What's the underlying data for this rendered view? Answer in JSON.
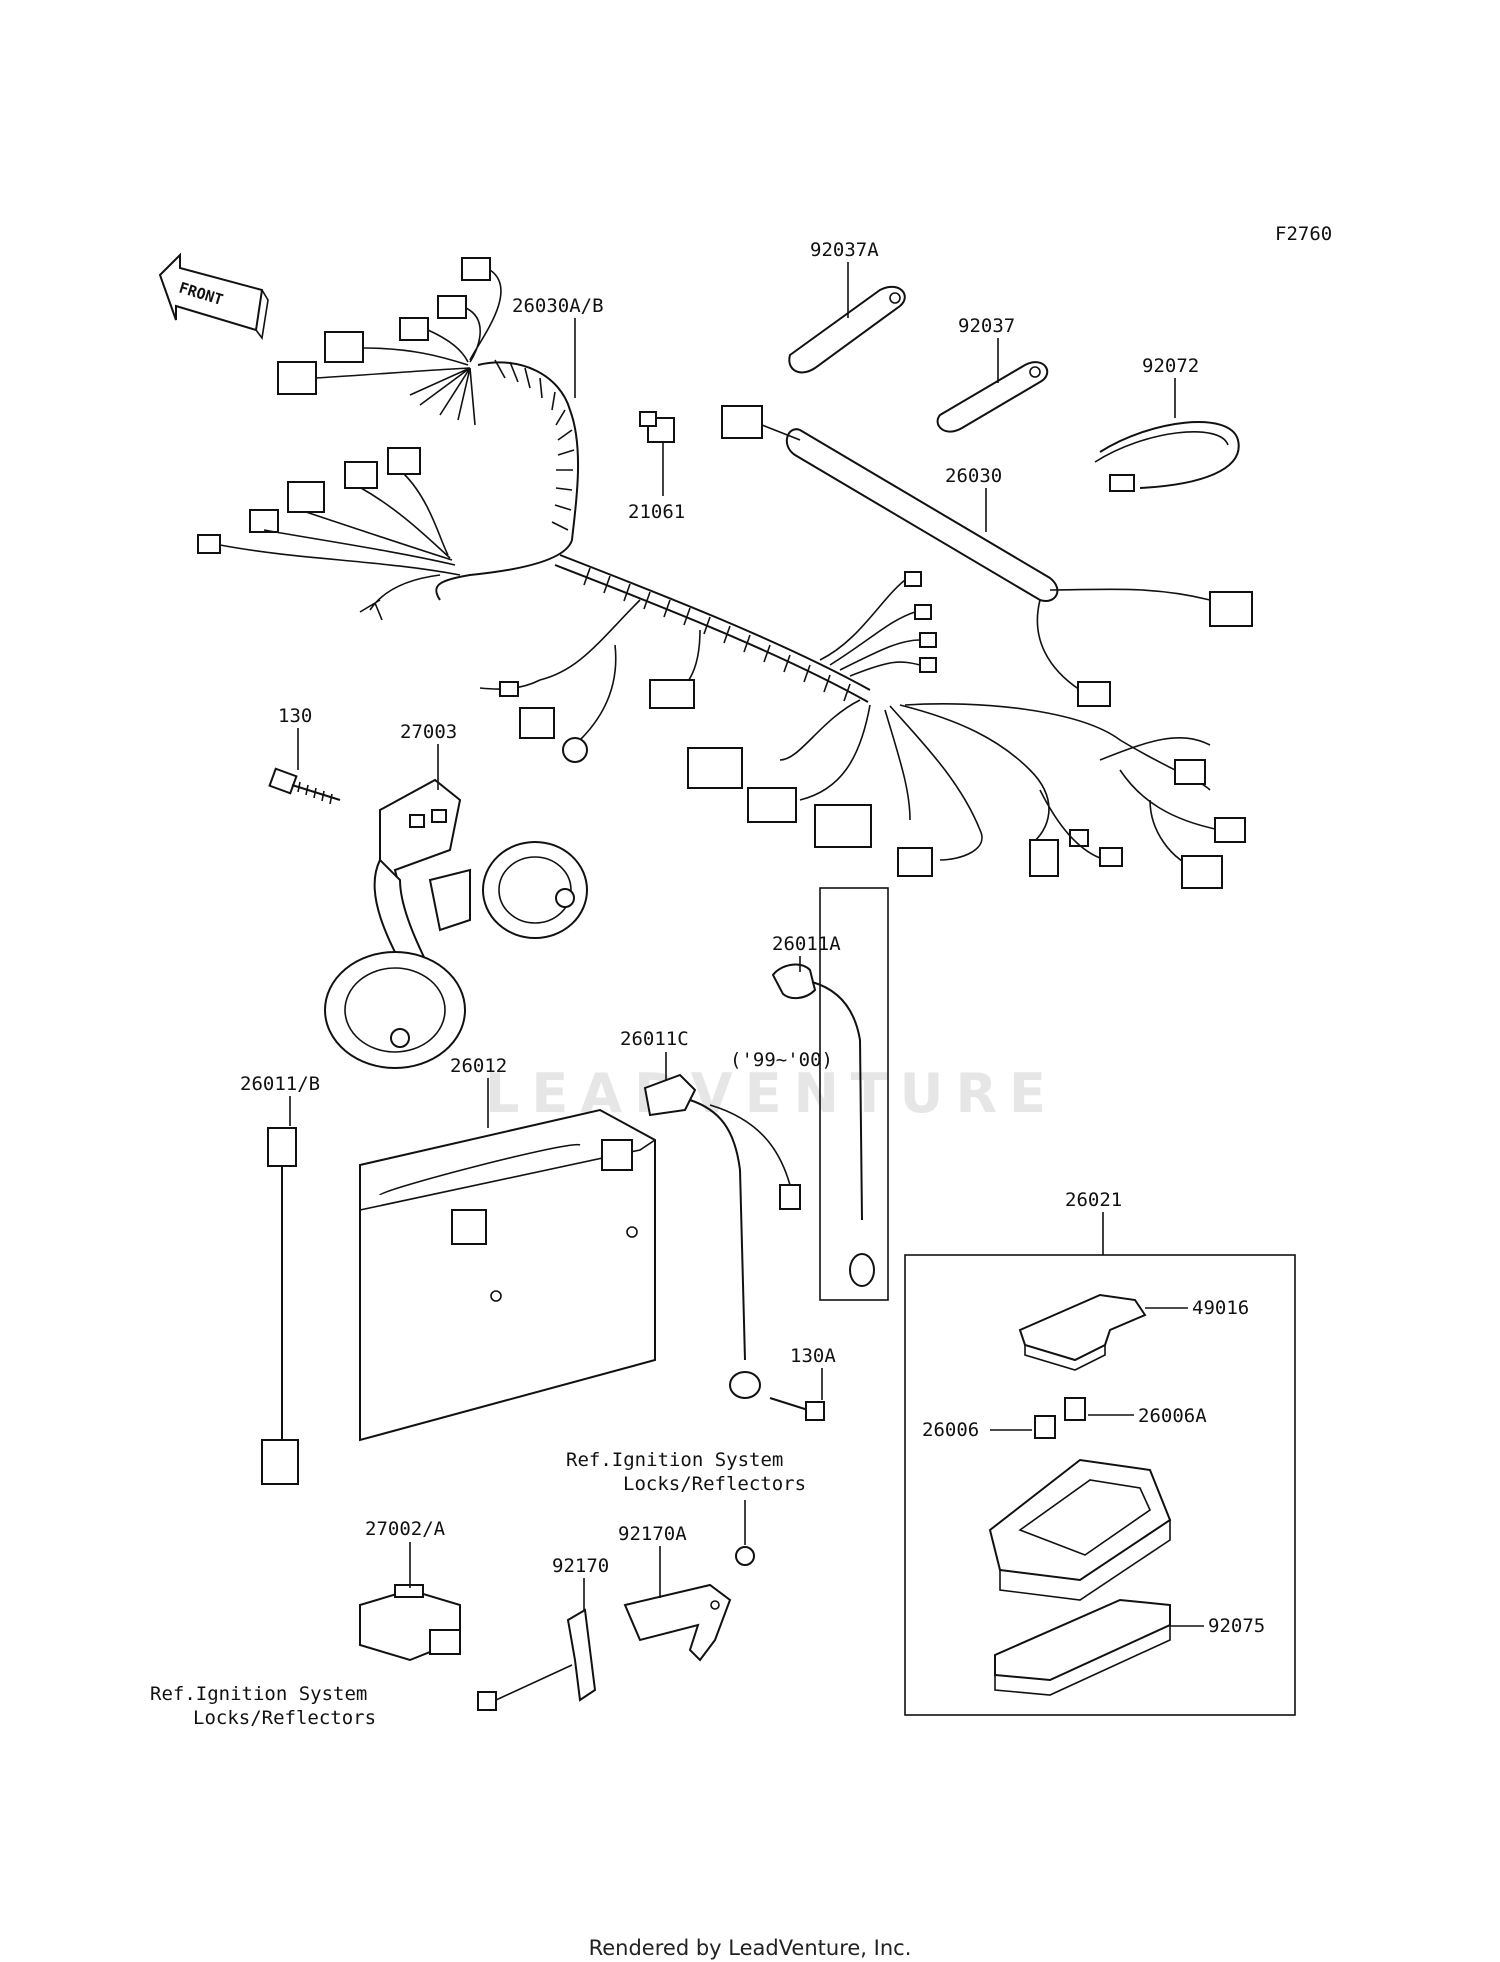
{
  "figure_code": "F2760",
  "front_label": "FRONT",
  "watermark": "LEADVENTURE",
  "callouts": {
    "p26030AB": "26030A/B",
    "p92037A": "92037A",
    "p92037": "92037",
    "p92072": "92072",
    "p21061": "21061",
    "p26030": "26030",
    "p130": "130",
    "p27003": "27003",
    "p26011A": "26011A",
    "years": "('99~'00)",
    "p26011C": "26011C",
    "p26011B": "26011/B",
    "p26012": "26012",
    "p26021": "26021",
    "p49016": "49016",
    "p26006": "26006",
    "p26006A": "26006A",
    "p130A": "130A",
    "ref1_line1": "Ref.Ignition System",
    "ref1_line2": "Locks/Reflectors",
    "p27002A": "27002/A",
    "p92170A": "92170A",
    "p92170": "92170",
    "p92075": "92075",
    "ref2_line1": "Ref.Ignition System",
    "ref2_line2": "Locks/Reflectors"
  },
  "footer": "Rendered by LeadVenture, Inc."
}
